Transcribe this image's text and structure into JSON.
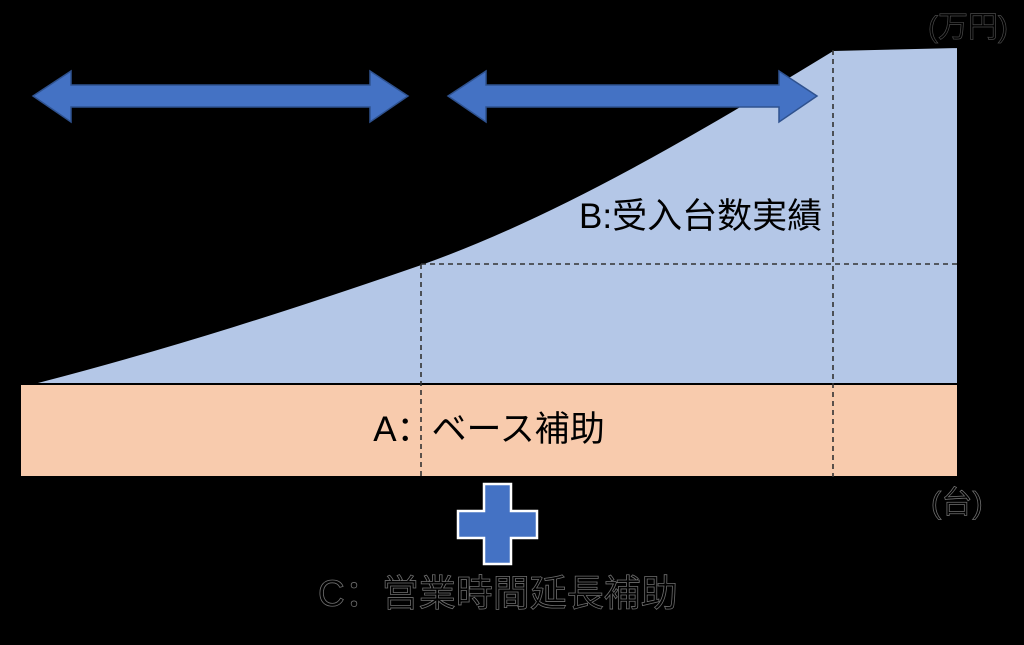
{
  "background": "#000000",
  "diagram": {
    "area_b": {
      "label": "B:受入台数実績",
      "fill": "#b4c7e7"
    },
    "band_a": {
      "label": "A：ベース補助",
      "fill": "#f8cbad"
    },
    "bonus_c": {
      "label": "C：営業時間延長補助"
    },
    "axis_units": {
      "top_right": "(万円)",
      "bottom_right": "(台)"
    },
    "colors": {
      "shape_outline": "#000000",
      "dashed_line": "#333333",
      "arrow_fill": "#4472c4",
      "arrow_outline": "#2f528f",
      "plus_fill": "#4472c4",
      "plus_outline": "#ffffff"
    },
    "icons": {
      "range_left": "double-headed-arrow-icon",
      "range_right": "double-headed-arrow-icon",
      "bonus": "plus-icon"
    }
  }
}
